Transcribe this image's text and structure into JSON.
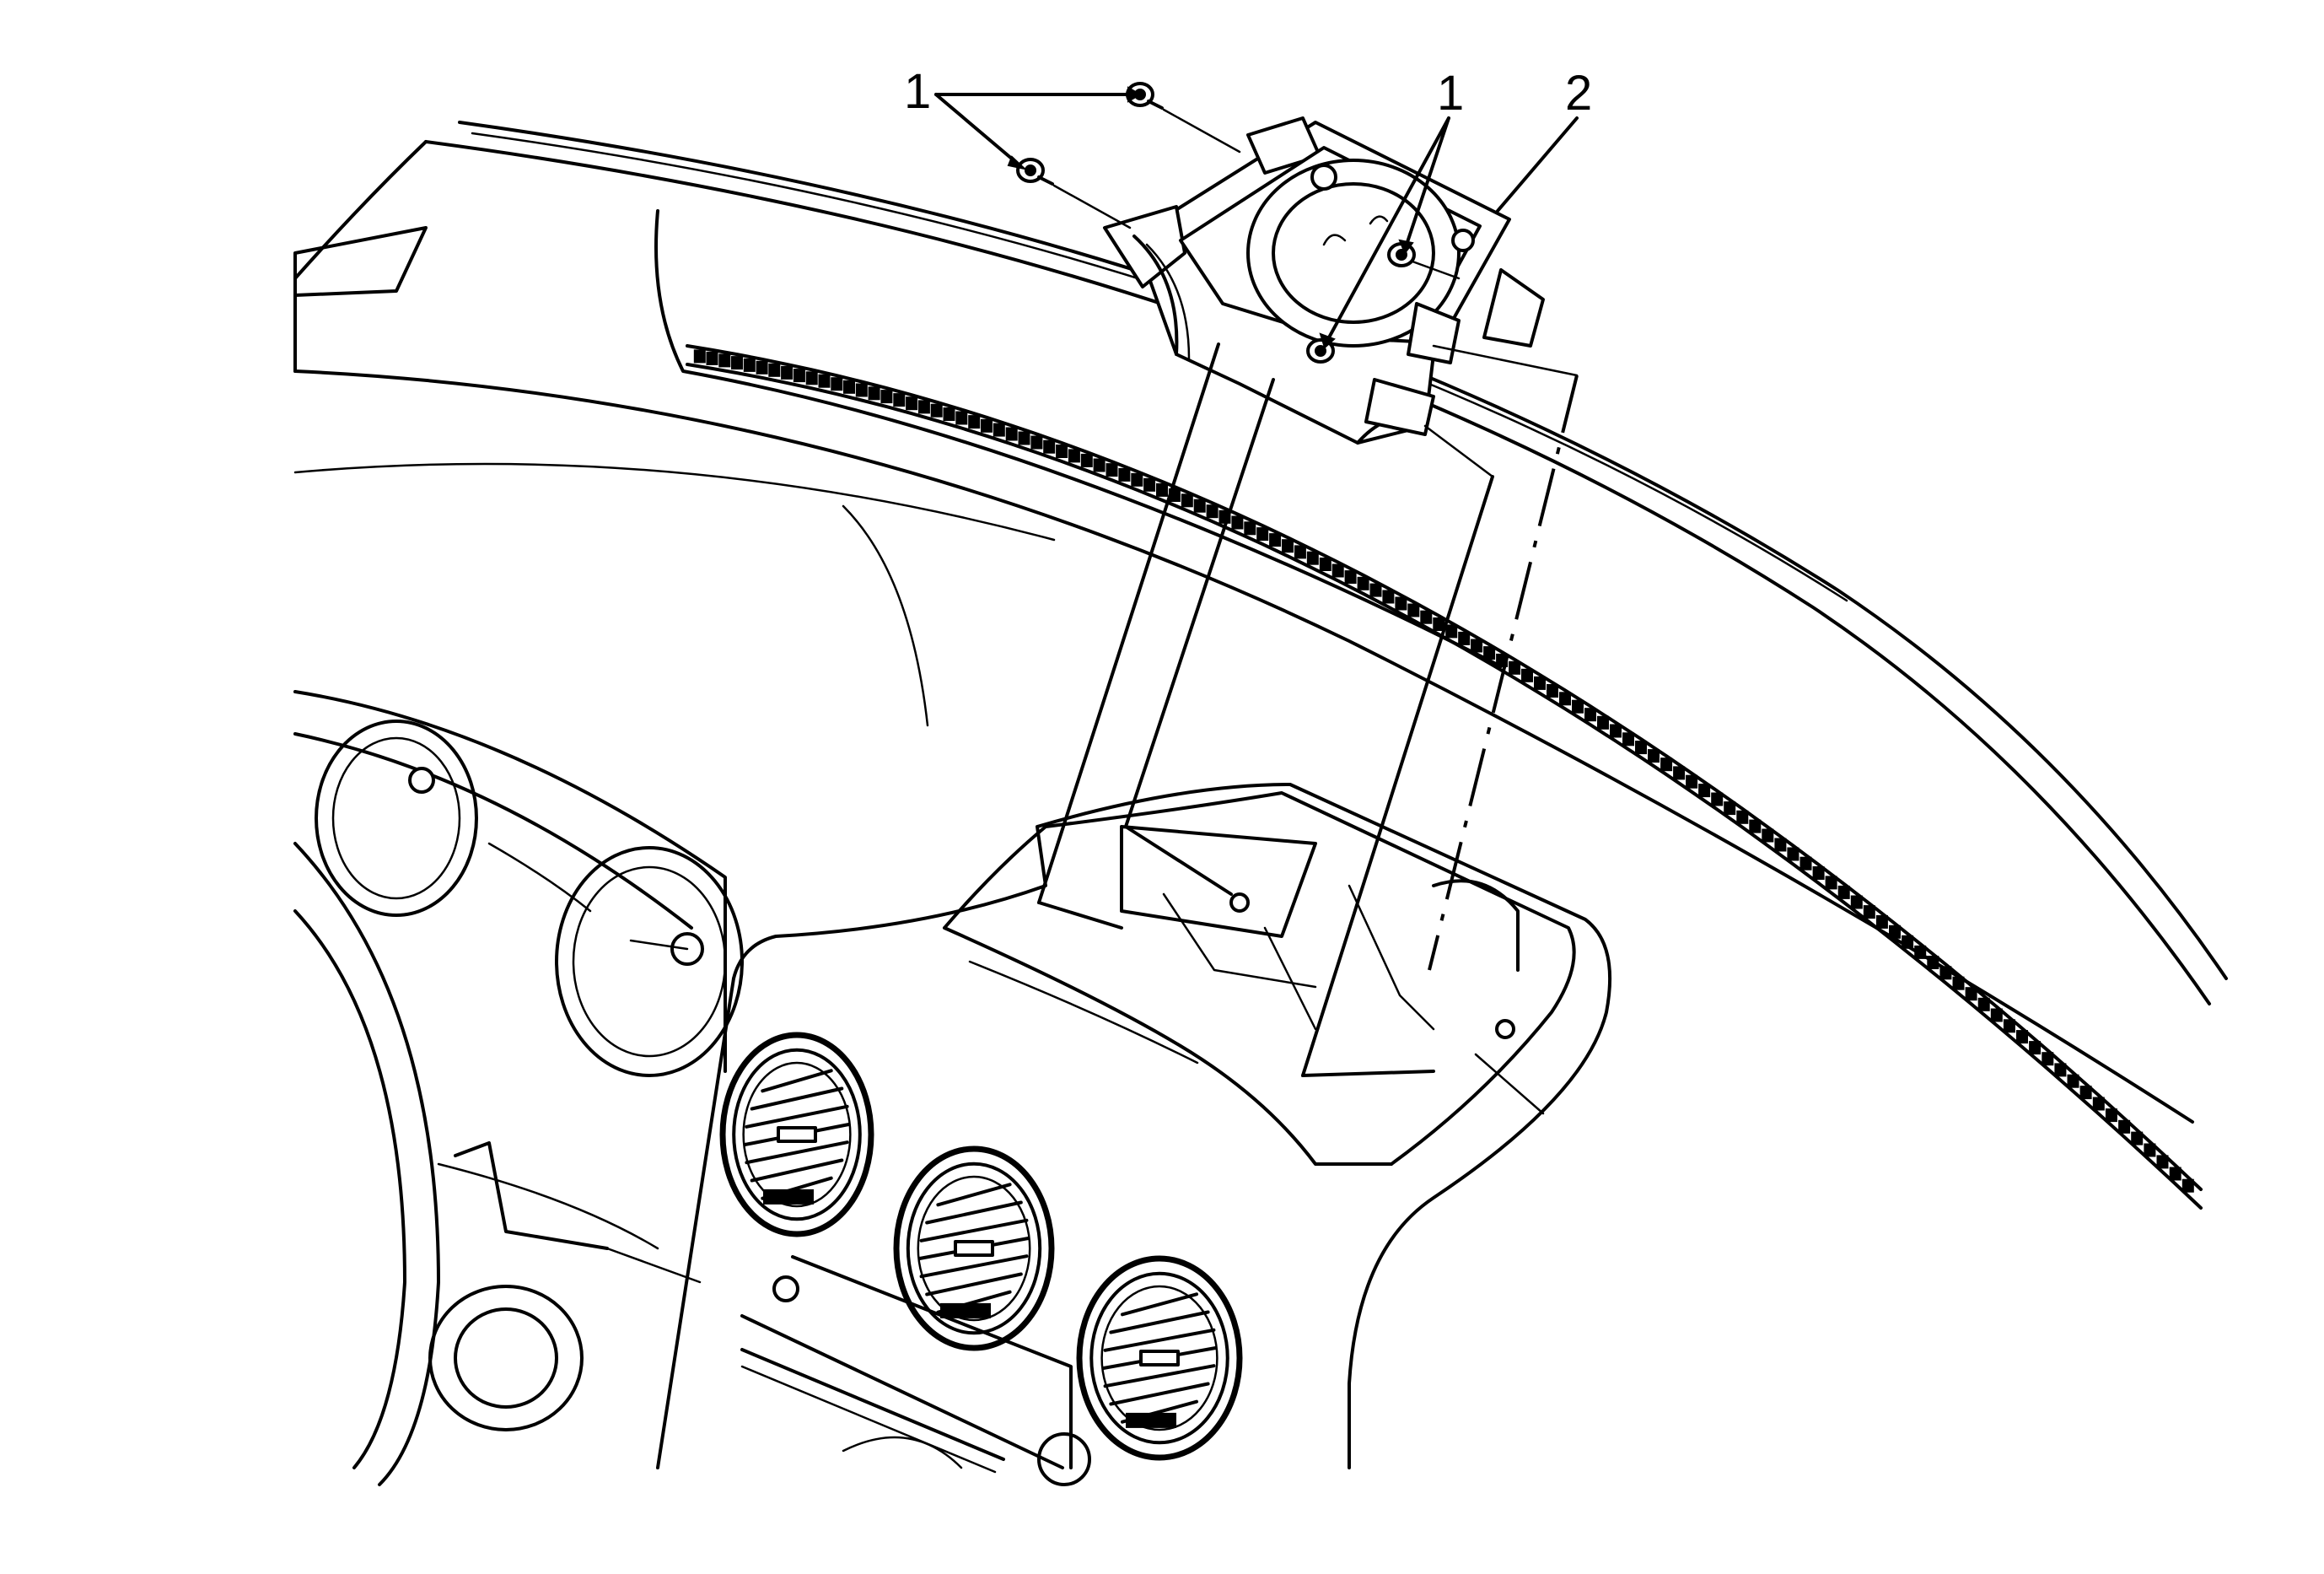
{
  "callouts": [
    {
      "id": "fastener-left",
      "label": "1"
    },
    {
      "id": "fastener-right",
      "label": "1"
    },
    {
      "id": "speaker-assembly",
      "label": "2"
    }
  ],
  "colors": {
    "line": "#000000",
    "background": "#ffffff"
  }
}
